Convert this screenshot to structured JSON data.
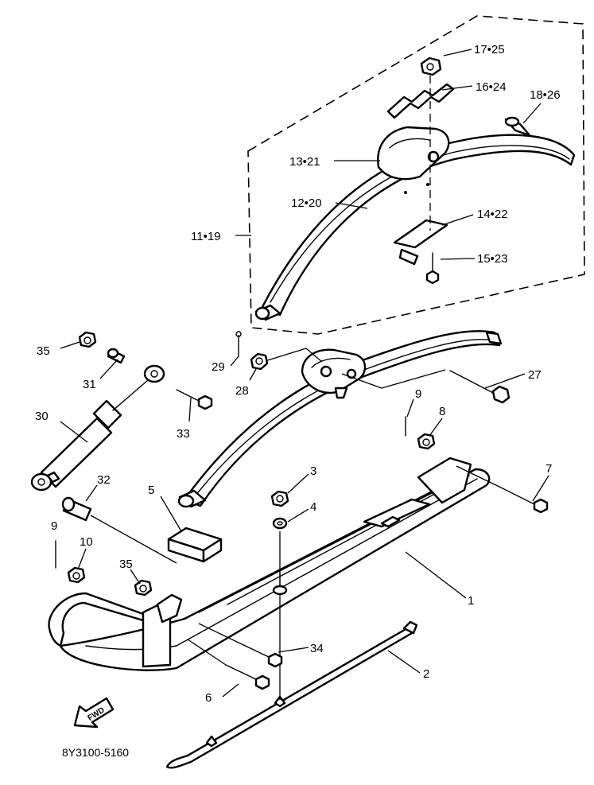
{
  "diagram": {
    "drawing_code": "8Y3100-5160",
    "direction_label": "FWD",
    "callouts": [
      {
        "id": "1",
        "text": "1"
      },
      {
        "id": "2",
        "text": "2"
      },
      {
        "id": "3",
        "text": "3"
      },
      {
        "id": "4",
        "text": "4"
      },
      {
        "id": "5",
        "text": "5"
      },
      {
        "id": "6",
        "text": "6"
      },
      {
        "id": "7",
        "text": "7"
      },
      {
        "id": "8",
        "text": "8"
      },
      {
        "id": "9a",
        "text": "9"
      },
      {
        "id": "9b",
        "text": "9"
      },
      {
        "id": "10",
        "text": "10"
      },
      {
        "id": "11-19",
        "text": "11•19"
      },
      {
        "id": "12-20",
        "text": "12•20"
      },
      {
        "id": "13-21",
        "text": "13•21"
      },
      {
        "id": "14-22",
        "text": "14•22"
      },
      {
        "id": "15-23",
        "text": "15•23"
      },
      {
        "id": "16-24",
        "text": "16•24"
      },
      {
        "id": "17-25",
        "text": "17•25"
      },
      {
        "id": "18-26",
        "text": "18•26"
      },
      {
        "id": "27",
        "text": "27"
      },
      {
        "id": "28",
        "text": "28"
      },
      {
        "id": "29",
        "text": "29"
      },
      {
        "id": "30",
        "text": "30"
      },
      {
        "id": "31",
        "text": "31"
      },
      {
        "id": "32",
        "text": "32"
      },
      {
        "id": "33",
        "text": "33"
      },
      {
        "id": "34",
        "text": "34"
      },
      {
        "id": "35a",
        "text": "35"
      },
      {
        "id": "35b",
        "text": "35"
      }
    ]
  }
}
